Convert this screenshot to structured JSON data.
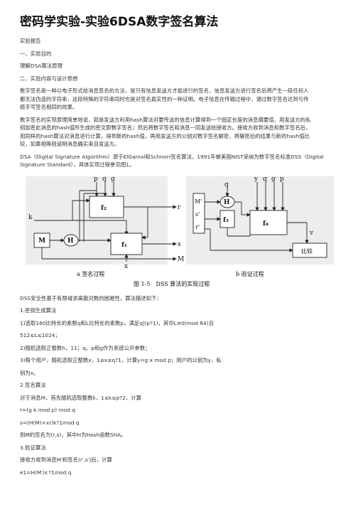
{
  "title": "密码学实验-实验6DSA数字签名算法",
  "lines": {
    "report": "实验报告",
    "s1": "一、实验目的",
    "s1_body": "理解DSA算法原理",
    "s2": "二、实验内容与设计思想",
    "p1a": "数字签名是一种以电子形式给消息签名的方法，是只有信息发送方才能进行的签名、信息发送方进行签名后将产生一段任何人",
    "p1b": "都无法伪造的字符串，这段特殊的字符串同时也是对签名真实性的一种证明。电子信息在传输过程中，通过数字签名达到与传",
    "p1c": "统手写签名相同的效果。",
    "p2a": "数字签名的实现原理简单地说，就是发送方利用hash算法对要传送的信息计算得到一个固定长度的消息摘要值，用发送方的私",
    "p2b": "钥加密此消息的hash值所生成的密文即数字签名；然后将数字签名和消息一同发送给接收方。接收方收到消息和数字签名后，",
    "p2c": "用同样的hash算法对消息进行计算，得到新的hash值，再用发送方的公钥对数字签名解密，将解密后的结果与新的hash值比",
    "p2d": "较，如果相等则说明消息确实来自发送方。",
    "p3a": "DSA（Digital Signature Algorithm）源于ElGamal和Schnorr签名算法，1991年被美国NIST采纳为数字签名标准DSS（Digital",
    "p3b": "Signature Standard），具体实现过程参见图1。",
    "p4": "DSS安全性基于有限域求离散对数的困难性，算法描述如下：",
    "k1": "1.密钥生成算法",
    "k2": "1)选取160比特长的素数q和L比特长的素数p，满足q|(p?1)，其中L≡0(mod 64)且",
    "k3": "512≤L≤1024；",
    "k4": "2)随机选取正整数h，11；q，p和g作为系统公开参数；",
    "k5": "3)每个用户，随机选取正整数x，1≤x≤q?1，计算y=g x mod p；用户的公钥为y，私",
    "k6": "钥为x。",
    "g1": "2.签名算法",
    "g2": "对于消息M，首先随机选取整数k，1≤k≤p?2，计算",
    "g3": "r=(g k mod p) mod q",
    "g4": "s=(H(M)+xr)k?1mod q",
    "g5": "则M的签名为(r,s)，其中H为Hash函数SHA。",
    "v1": "3.验证算法",
    "v2": "接收方收到消息M′和签名(r′,s′)后，计算",
    "v3": "e1=H(M′)s′?1mod q"
  },
  "figure": {
    "label_a": "a 签名过程",
    "label_b": "b 验证过程",
    "caption": "图 1-5　DSS 算法的实现过程",
    "compare": "比较",
    "f1": "f₁",
    "f2": "f₂",
    "f3": "f₃",
    "f4": "f₄",
    "H": "H",
    "M": "M",
    "Mp": "M'",
    "sp": "s'",
    "rp": "r'",
    "p": "p",
    "q": "q",
    "g": "g",
    "k": "k",
    "x": "x",
    "r": "r",
    "s": "s",
    "y": "y",
    "v": "v"
  }
}
